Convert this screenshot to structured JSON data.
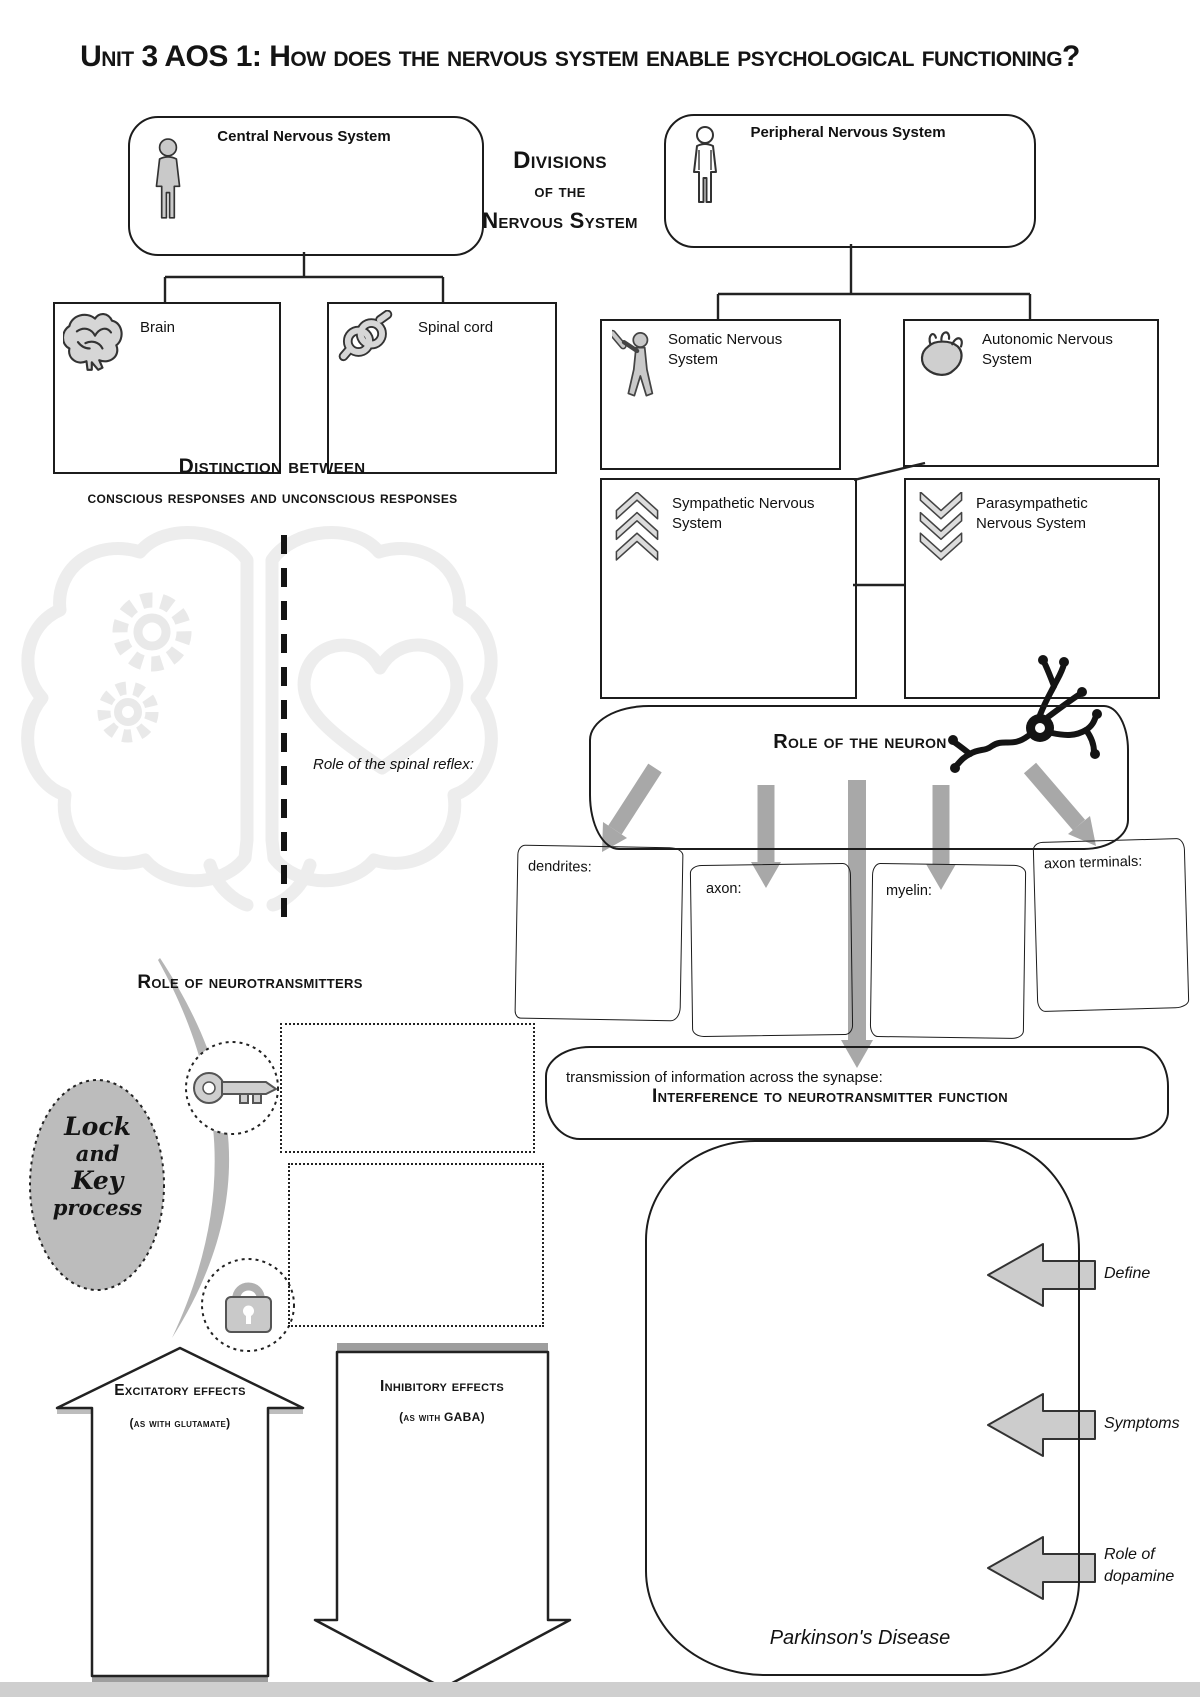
{
  "page": {
    "title": "Unit 3 AOS 1: How does the nervous system enable psychological functioning?"
  },
  "divisions": {
    "heading_line1": "Divisions",
    "heading_line2": "of the",
    "heading_line3": "Nervous System",
    "cns_label": "Central Nervous System",
    "pns_label": "Peripheral Nervous System",
    "brain_label": "Brain",
    "spinal_label": "Spinal cord",
    "somatic_label": "Somatic Nervous System",
    "autonomic_label": "Autonomic Nervous System",
    "sympathetic_label": "Sympathetic Nervous System",
    "parasympathetic_label": "Parasympathetic Nervous System"
  },
  "distinction": {
    "heading_line1": "Distinction between",
    "heading_line2": "conscious responses and unconscious responses",
    "spinal_reflex_label": "Role of the spinal reflex:"
  },
  "neuron": {
    "heading": "Role of the neuron",
    "parts": [
      {
        "label": "dendrites:"
      },
      {
        "label": "axon:"
      },
      {
        "label": "myelin:"
      },
      {
        "label": "axon terminals:"
      }
    ],
    "synapse_label": "transmission of information across the synapse:"
  },
  "neurotransmitters": {
    "heading": "Role of neurotransmitters",
    "lock_key": {
      "l1": "Lock",
      "l2": "and",
      "l3": "Key",
      "l4": "process"
    },
    "excitatory_title": "Excitatory effects",
    "excitatory_subtitle": "(as with glutamate)",
    "inhibitory_title": "Inhibitory effects",
    "inhibitory_subtitle": "(as with GABA)"
  },
  "interference": {
    "heading": "Interference to neurotransmitter function",
    "disease_label": "Parkinson's Disease",
    "arrow_labels": [
      {
        "label": "Define"
      },
      {
        "label": "Symptoms"
      },
      {
        "label": "Role of dopamine"
      }
    ]
  },
  "icons": {
    "cns": "person-filled-icon",
    "pns": "person-outline-icon",
    "brain": "brain-icon",
    "spinal": "knot-icon",
    "somatic": "batter-icon",
    "autonomic": "heart-icon",
    "sympathetic": "chevrons-up-icon",
    "parasympathetic": "chevrons-down-icon",
    "key": "key-icon",
    "lock": "padlock-icon",
    "neuron": "neuron-icon",
    "watermark": "brain-gears-heart-watermark"
  },
  "colors": {
    "ink": "#1c1c1c",
    "icon_gray": "#c9c9c9",
    "arrow_gray": "#a8a8a8",
    "block_arrow_gray": "#cccccc",
    "watermark_gray": "#ededed",
    "page_edge": "#cfcfcf"
  }
}
